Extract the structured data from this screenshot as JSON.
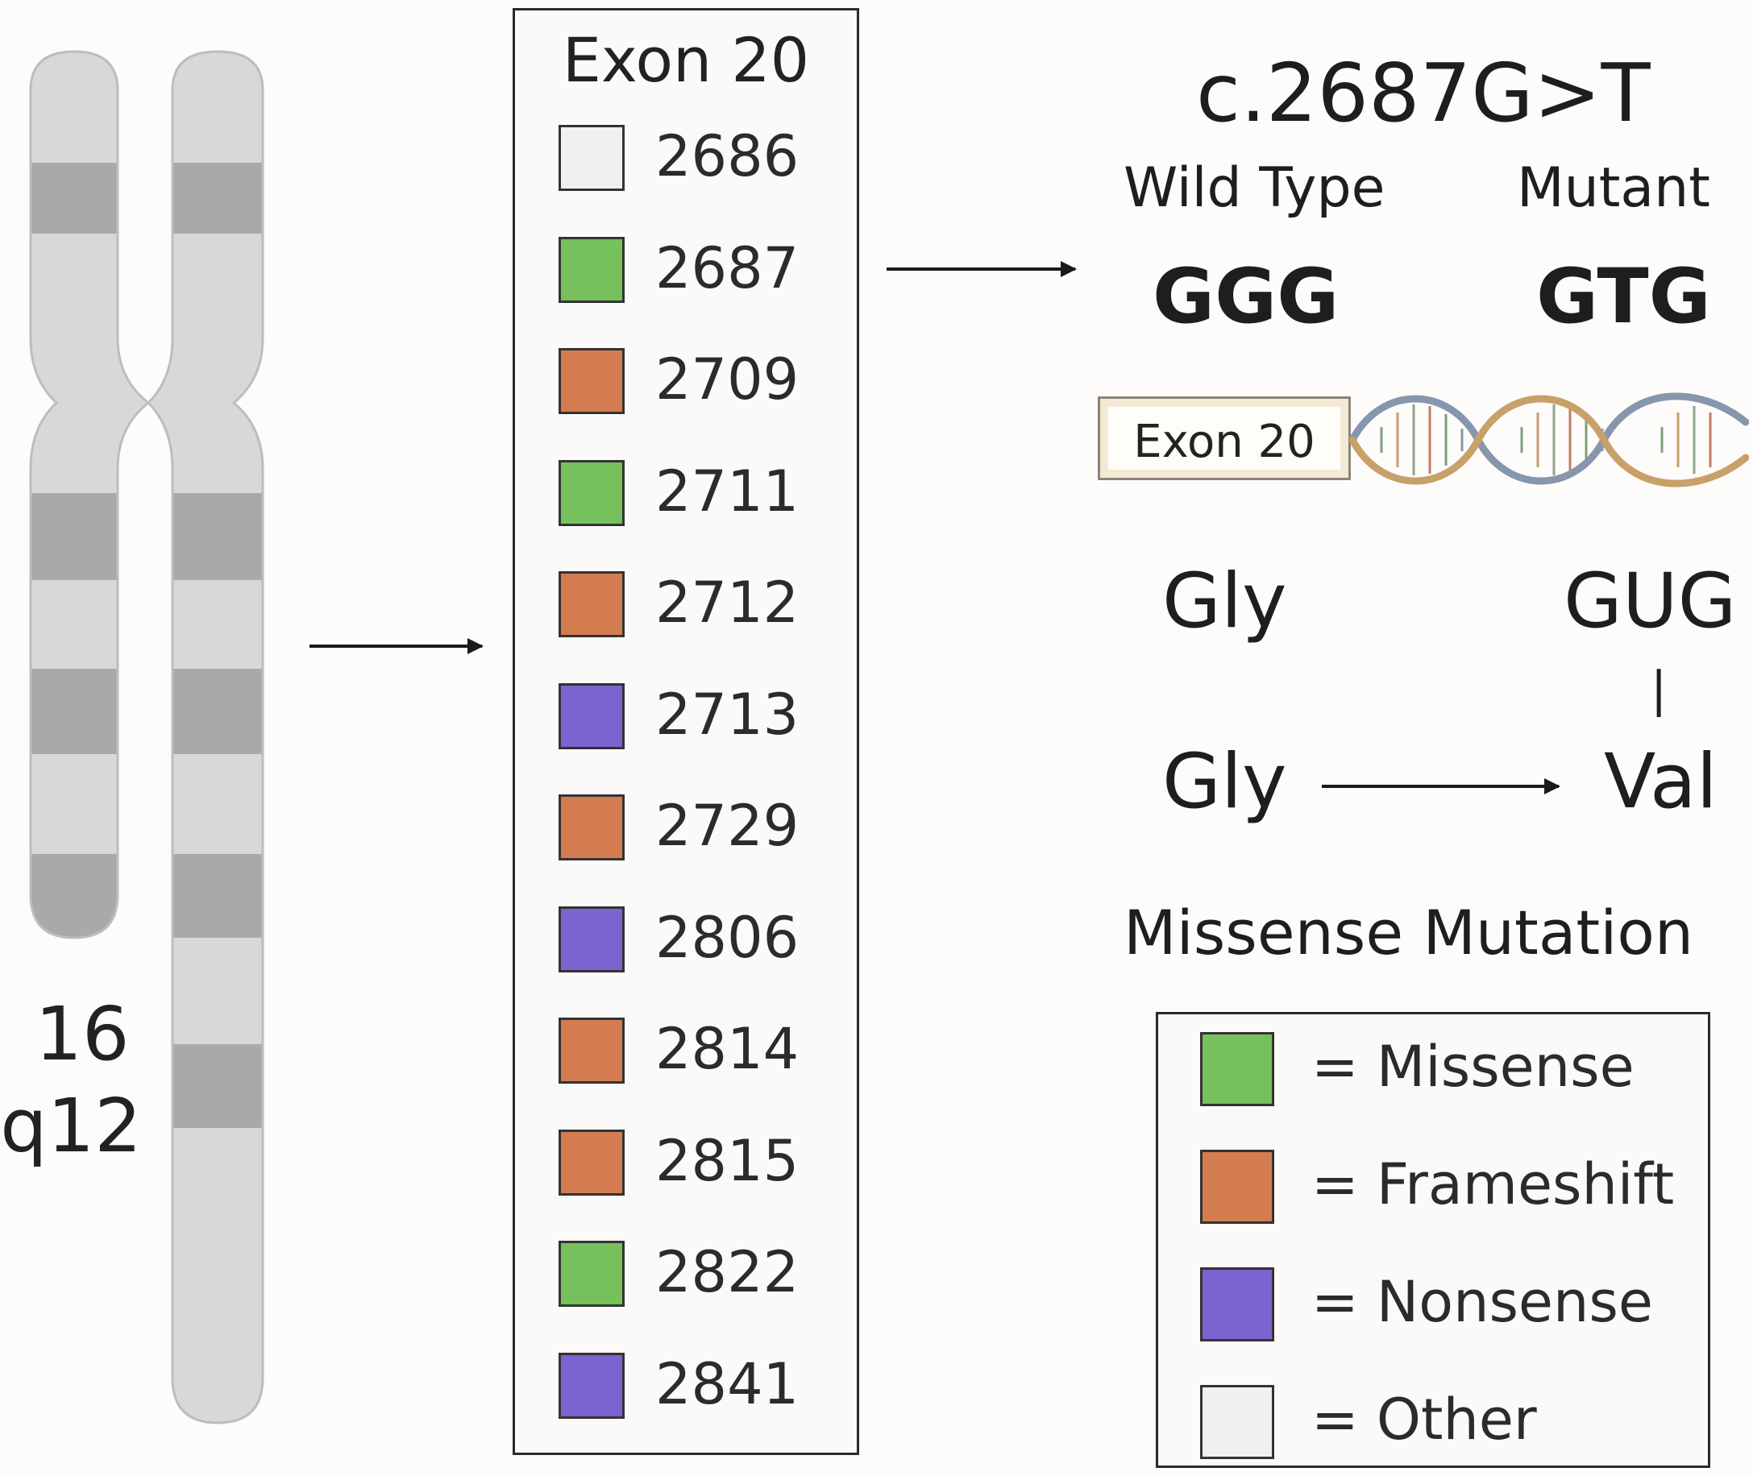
{
  "chromosome": {
    "number": "16",
    "band": "q12"
  },
  "exon_panel": {
    "title": "Exon 20",
    "positions": [
      {
        "position": "2686",
        "type": "other"
      },
      {
        "position": "2687",
        "type": "missense"
      },
      {
        "position": "2709",
        "type": "frameshift"
      },
      {
        "position": "2711",
        "type": "missense"
      },
      {
        "position": "2712",
        "type": "frameshift"
      },
      {
        "position": "2713",
        "type": "nonsense"
      },
      {
        "position": "2729",
        "type": "frameshift"
      },
      {
        "position": "2806",
        "type": "nonsense"
      },
      {
        "position": "2814",
        "type": "frameshift"
      },
      {
        "position": "2815",
        "type": "frameshift"
      },
      {
        "position": "2822",
        "type": "missense"
      },
      {
        "position": "2841",
        "type": "nonsense"
      }
    ]
  },
  "mutation": {
    "title": "c.2687G>T",
    "wild_type_label": "Wild Type",
    "mutant_label": "Mutant",
    "wild_codon": "GGG",
    "mutant_codon": "GTG",
    "exon_tag": "Exon 20",
    "wild_amino": "Gly",
    "mutant_rna": "GUG",
    "pipe": "|",
    "from_amino": "Gly",
    "to_amino": "Val",
    "caption": "Missense Mutation"
  },
  "legend": {
    "items": [
      {
        "type": "missense",
        "label": "= Missense"
      },
      {
        "type": "frameshift",
        "label": "= Frameshift"
      },
      {
        "type": "nonsense",
        "label": "= Nonsense"
      },
      {
        "type": "other",
        "label": "= Other"
      }
    ]
  },
  "colors": {
    "missense": "#77c15c",
    "frameshift": "#d37c4f",
    "nonsense": "#7b63d0",
    "other": "#f0f0f0",
    "chromosome_light": "#d8d8d8",
    "chromosome_dark": "#a9a9a9",
    "helix_gold": "#c8a06a",
    "helix_blue": "#8796ad"
  }
}
